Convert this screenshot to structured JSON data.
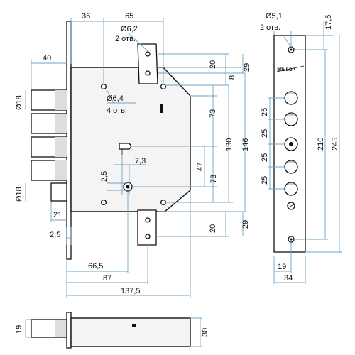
{
  "dimensions": {
    "top_36": "36",
    "top_65": "65",
    "hole_62": "Ø6,2",
    "hole_62_count": "2 отв.",
    "left_40": "40",
    "hole_64": "Ø6,4",
    "hole_64_count": "4 отв.",
    "d18_top": "Ø18",
    "d18_bottom": "Ø18",
    "d_73": "7,3",
    "d_25_small": "2,5",
    "d_21": "21",
    "d_25_bottom": "2,5",
    "d_665": "66,5",
    "d_87": "87",
    "d_1375": "137,5",
    "r_20_top": "20",
    "r_8": "8",
    "r_29_top": "29",
    "r_73_upper": "73",
    "r_130": "130",
    "r_146": "146",
    "r_47": "47",
    "r_73_lower": "73",
    "r_20_bottom": "20",
    "r_29_bottom": "29",
    "plate_hole": "Ø5,1",
    "plate_hole_count": "2 отв.",
    "p_175": "17,5",
    "p_25_a": "25",
    "p_25_b": "25",
    "p_25_c": "25",
    "p_25_d": "25",
    "p_210": "210",
    "p_245": "245",
    "p_19": "19",
    "p_34": "34",
    "bottom_19": "19",
    "bottom_30": "30"
  },
  "brand": "ЭЛЬБОР",
  "colors": {
    "dimension_line": "#6fa3c7",
    "outline": "#111111",
    "body_fill": "#f4f4f4"
  }
}
